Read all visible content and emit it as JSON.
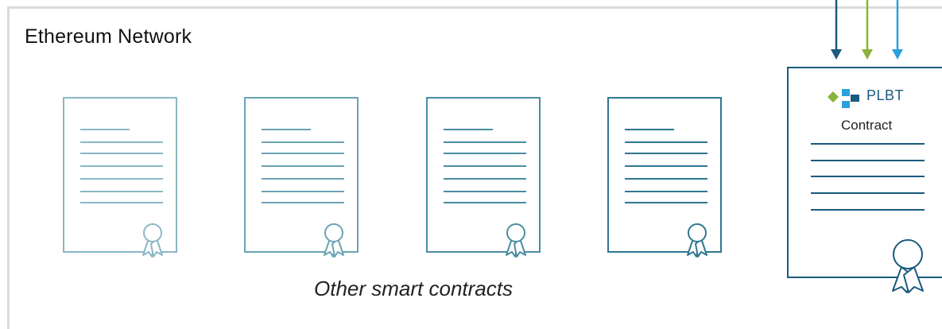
{
  "network": {
    "title": "Ethereum Network",
    "caption": "Other smart contracts"
  },
  "documents": [
    {
      "color": "#8ab7c6"
    },
    {
      "color": "#6aa3b5"
    },
    {
      "color": "#4a8da3"
    },
    {
      "color": "#2f7790"
    }
  ],
  "plbt": {
    "name": "PLBT",
    "subtitle": "Contract",
    "border_color": "#1b5a7d",
    "logo_colors": {
      "green": "#8ab33c",
      "blue": "#2aa0dc",
      "navy": "#1b5a7d"
    }
  },
  "arrows": [
    {
      "color": "#1b5a7d"
    },
    {
      "color": "#8ab33c"
    },
    {
      "color": "#2aa0dc"
    }
  ]
}
